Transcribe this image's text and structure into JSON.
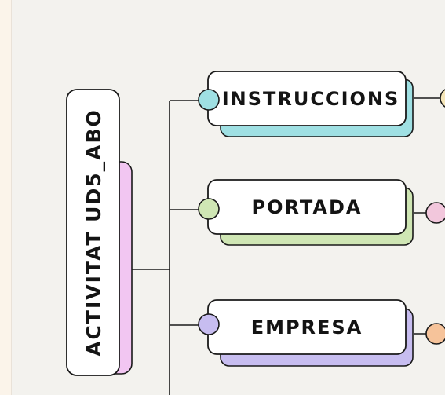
{
  "root": {
    "label": "ACTIVITAT UD5_ABO",
    "accent": "#f2c6f2"
  },
  "branches": [
    {
      "label": "INSTRUCCIONS",
      "color": "#9fe0e3",
      "child_dot": "#f5e6b8"
    },
    {
      "label": "PORTADA",
      "color": "#cfe6b4",
      "child_dot": "#f2c7dc"
    },
    {
      "label": "EMPRESA",
      "color": "#c7bdf0",
      "child_dot": "#f6c39a"
    }
  ],
  "colors": {
    "background": "#f3f2ee",
    "line": "#1a1a1a",
    "card": "#ffffff"
  }
}
